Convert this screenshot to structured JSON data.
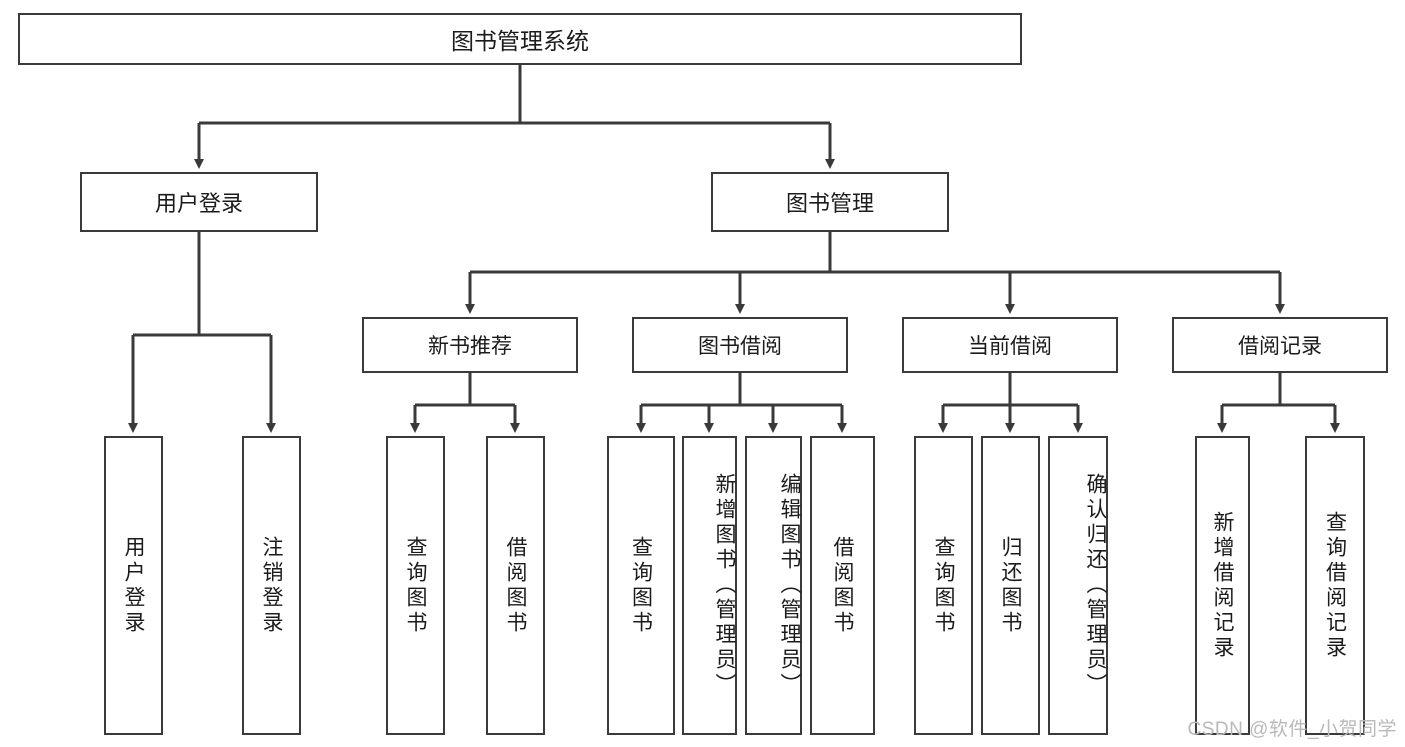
{
  "diagram": {
    "title_text": "图书管理系统",
    "watermark": "CSDN @软件_小贺同学",
    "stroke_color": "#3a3a3a",
    "text_color": "#1b1b1b",
    "background_color": "#ffffff",
    "watermark_color": "#b9b9b9"
  },
  "root": {
    "label": "图书管理系统"
  },
  "level1": [
    {
      "label": "用户登录"
    },
    {
      "label": "图书管理"
    }
  ],
  "level2": [
    {
      "label": "新书推荐"
    },
    {
      "label": "图书借阅"
    },
    {
      "label": "当前借阅"
    },
    {
      "label": "借阅记录"
    }
  ],
  "leaves": {
    "user_login": [
      {
        "label": "用户登录"
      },
      {
        "label": "注销登录"
      }
    ],
    "new_book": [
      {
        "label": "查询图书"
      },
      {
        "label": "借阅图书"
      }
    ],
    "book_borrow": [
      {
        "label": "查询图书"
      },
      {
        "label": "新增图书（管理员）"
      },
      {
        "label": "编辑图书（管理员）"
      },
      {
        "label": "借阅图书"
      }
    ],
    "current_borrow": [
      {
        "label": "查询图书"
      },
      {
        "label": "归还图书"
      },
      {
        "label": "确认归还（管理员）"
      }
    ],
    "borrow_record": [
      {
        "label": "新增借阅记录"
      },
      {
        "label": "查询借阅记录"
      }
    ]
  }
}
